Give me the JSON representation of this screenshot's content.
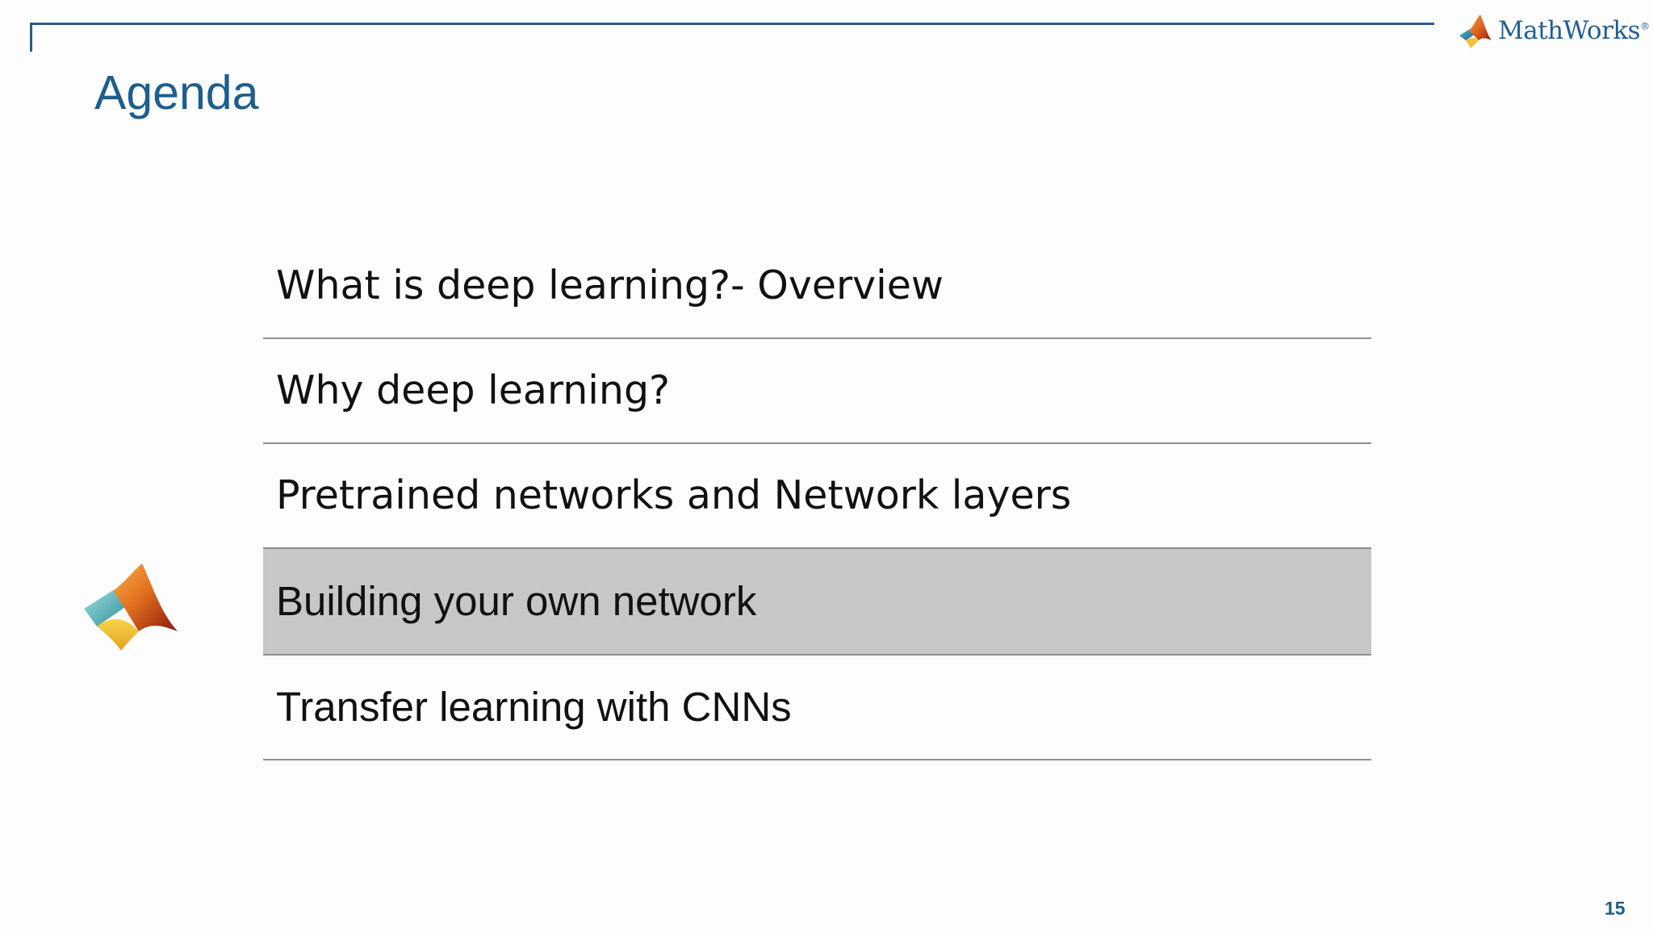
{
  "header": {
    "brand_name": "MathWorks",
    "brand_mark": "®"
  },
  "slide": {
    "title": "Agenda",
    "page_number": "15"
  },
  "agenda": {
    "items": [
      {
        "label": "What is deep learning?- Overview",
        "active": false
      },
      {
        "label": "Why deep learning?",
        "active": false
      },
      {
        "label": "Pretrained networks and Network layers",
        "active": false
      },
      {
        "label": "Building your own network",
        "active": true
      },
      {
        "label": "Transfer learning with CNNs",
        "active": false
      }
    ]
  },
  "icons": {
    "brand_logo": "mathworks-membrane-icon",
    "current_marker": "matlab-membrane-icon"
  },
  "colors": {
    "title_blue": "#1d5e8e",
    "rule_blue": "#2a5d85",
    "active_row": "#c8c6c8",
    "divider": "#8f8f8f"
  }
}
